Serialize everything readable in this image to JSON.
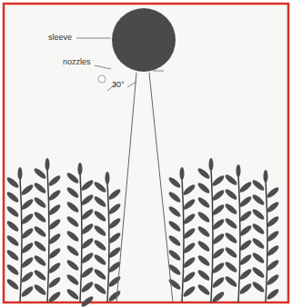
{
  "diagram": {
    "labels": [
      "sleeve",
      "nozzles",
      "30°"
    ]
  }
}
